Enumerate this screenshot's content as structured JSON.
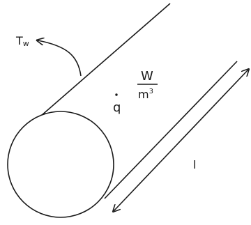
{
  "diagram": {
    "wall_temperature": {
      "symbol": "T",
      "subscript": "w"
    },
    "heat_generation": {
      "symbol": "q",
      "unit_numerator": "W",
      "unit_denominator": "m",
      "unit_denominator_exponent": "3"
    },
    "length_label": "l",
    "colors": {
      "stroke": "#1a1a1a",
      "background": "#ffffff"
    }
  }
}
